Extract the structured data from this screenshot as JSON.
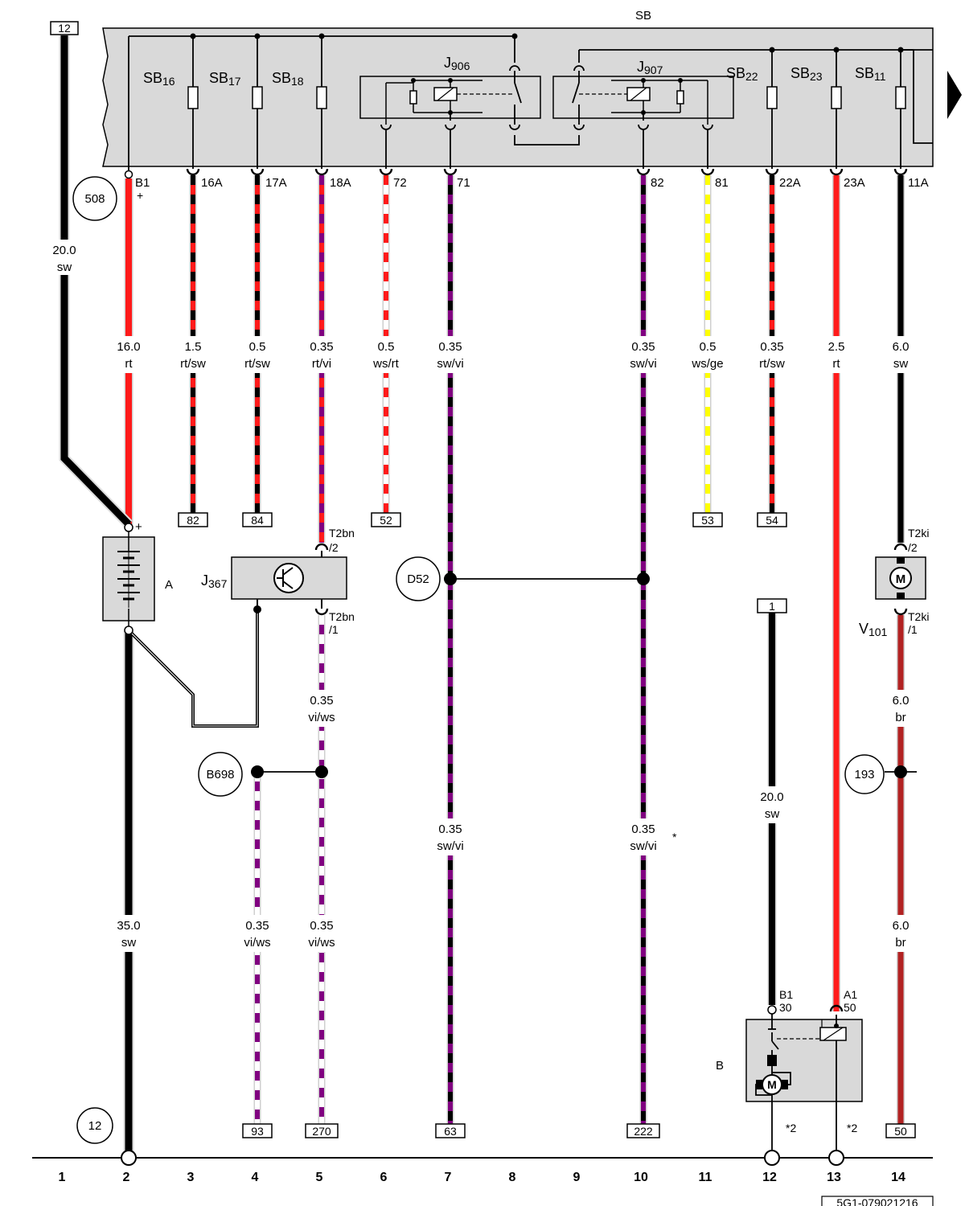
{
  "diagram": {
    "fuse_box_title": "SB",
    "fuses": [
      {
        "name": "SB",
        "sub": "16"
      },
      {
        "name": "SB",
        "sub": "17"
      },
      {
        "name": "SB",
        "sub": "18"
      },
      {
        "name": "SB",
        "sub": "22"
      },
      {
        "name": "SB",
        "sub": "23"
      },
      {
        "name": "SB",
        "sub": "11"
      }
    ],
    "relays": [
      {
        "name": "J",
        "sub": "906"
      },
      {
        "name": "J",
        "sub": "907"
      }
    ],
    "pins": [
      "B1",
      "+",
      "16A",
      "17A",
      "18A",
      "72",
      "71",
      "82",
      "81",
      "22A",
      "23A",
      "11A"
    ],
    "wires": [
      {
        "size": "20.0",
        "color": "sw"
      },
      {
        "size": "16.0",
        "color": "rt"
      },
      {
        "size": "1.5",
        "color": "rt/sw"
      },
      {
        "size": "0.5",
        "color": "rt/sw"
      },
      {
        "size": "0.35",
        "color": "rt/vi"
      },
      {
        "size": "0.5",
        "color": "ws/rt"
      },
      {
        "size": "0.35",
        "color": "sw/vi"
      },
      {
        "size": "0.35",
        "color": "sw/vi"
      },
      {
        "size": "0.5",
        "color": "ws/ge"
      },
      {
        "size": "0.35",
        "color": "rt/sw"
      },
      {
        "size": "2.5",
        "color": "rt"
      },
      {
        "size": "6.0",
        "color": "sw"
      },
      {
        "size": "0.35",
        "color": "vi/ws"
      },
      {
        "size": "6.0",
        "color": "br"
      },
      {
        "size": "20.0",
        "color": "sw"
      },
      {
        "size": "0.35",
        "color": "sw/vi"
      },
      {
        "size": "0.35",
        "color": "sw/vi"
      },
      {
        "size": "35.0",
        "color": "sw"
      },
      {
        "size": "0.35",
        "color": "vi/ws"
      },
      {
        "size": "0.35",
        "color": "vi/ws"
      },
      {
        "size": "6.0",
        "color": "br"
      }
    ],
    "ref_boxes": [
      "12",
      "82",
      "84",
      "52",
      "53",
      "54",
      "1",
      "93",
      "270",
      "63",
      "222",
      "50"
    ],
    "circles": [
      "508",
      "D52",
      "B698",
      "193",
      "12"
    ],
    "components": [
      {
        "name": "A",
        "sub": ""
      },
      {
        "name": "J",
        "sub": "367"
      },
      {
        "name": "V",
        "sub": "101"
      },
      {
        "name": "B",
        "sub": ""
      }
    ],
    "connectors": [
      "T2bn",
      "/2",
      "T2bn",
      "/1",
      "T2ki",
      "/2",
      "T2ki",
      "/1",
      "+"
    ],
    "starter_pins": [
      {
        "pin": "B1",
        "term": "30"
      },
      {
        "pin": "A1",
        "term": "50"
      }
    ],
    "footnotes": [
      "*2",
      "*2",
      "*"
    ],
    "columns": [
      "1",
      "2",
      "3",
      "4",
      "5",
      "6",
      "7",
      "8",
      "9",
      "10",
      "11",
      "12",
      "13",
      "14"
    ],
    "doc_id": "5G1-079021216",
    "colors": {
      "red": "#ff1a1a",
      "black": "#000000",
      "violet": "#800080",
      "white": "#ffffff",
      "yellow": "#ffff00",
      "brown": "#b22222",
      "panel": "#d9d9d9"
    }
  }
}
